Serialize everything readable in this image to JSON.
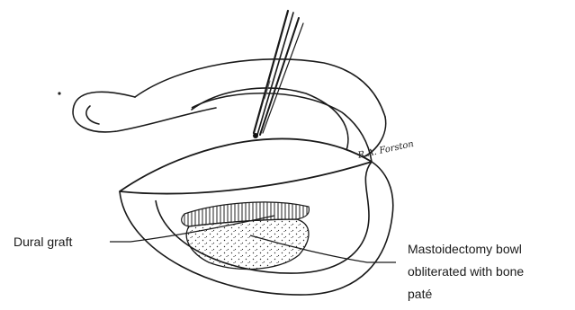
{
  "labels": {
    "dural_graft": "Dural graft",
    "bowl_line1": "Mastoidectomy bowl",
    "bowl_line2": "obliterated with bone",
    "bowl_line3": "paté"
  },
  "signature": "R.A. Forston",
  "colors": {
    "ink": "#1a1a1a",
    "paper": "#ffffff"
  }
}
